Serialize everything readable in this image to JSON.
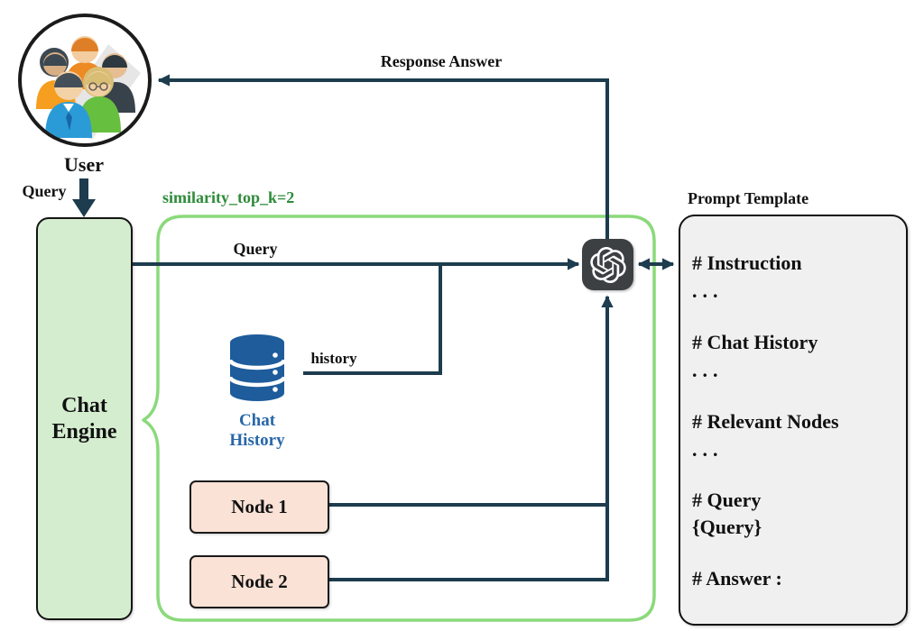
{
  "user": {
    "label": "User",
    "avatar": "group-of-people"
  },
  "flow_labels": {
    "query_out": "Query",
    "query_line": "Query",
    "response": "Response Answer",
    "history": "history",
    "similarity": "similarity_top_k=2"
  },
  "chat_engine": {
    "label": "Chat\nEngine"
  },
  "chat_history": {
    "label": "Chat\nHistory",
    "icon": "database-icon"
  },
  "nodes": [
    {
      "label": "Node 1"
    },
    {
      "label": "Node 2"
    }
  ],
  "llm": {
    "icon": "openai-logo"
  },
  "prompt_template": {
    "title": "Prompt Template",
    "lines": [
      "# Instruction",
      "...",
      "# Chat History",
      "...",
      "# Relevant Nodes",
      "...",
      "# Query",
      "{Query}",
      "# Answer :"
    ]
  },
  "colors": {
    "arrow": "#1d3c4e",
    "green_border": "#8bd97b",
    "green_text": "#2e8b3a",
    "engine_fill": "#d5edcf",
    "node_fill": "#fbe2d6",
    "template_fill": "#f0f0f0",
    "db_blue": "#1e5c9b",
    "db_label": "#2867a8",
    "logo_bg": "#3c4043"
  }
}
